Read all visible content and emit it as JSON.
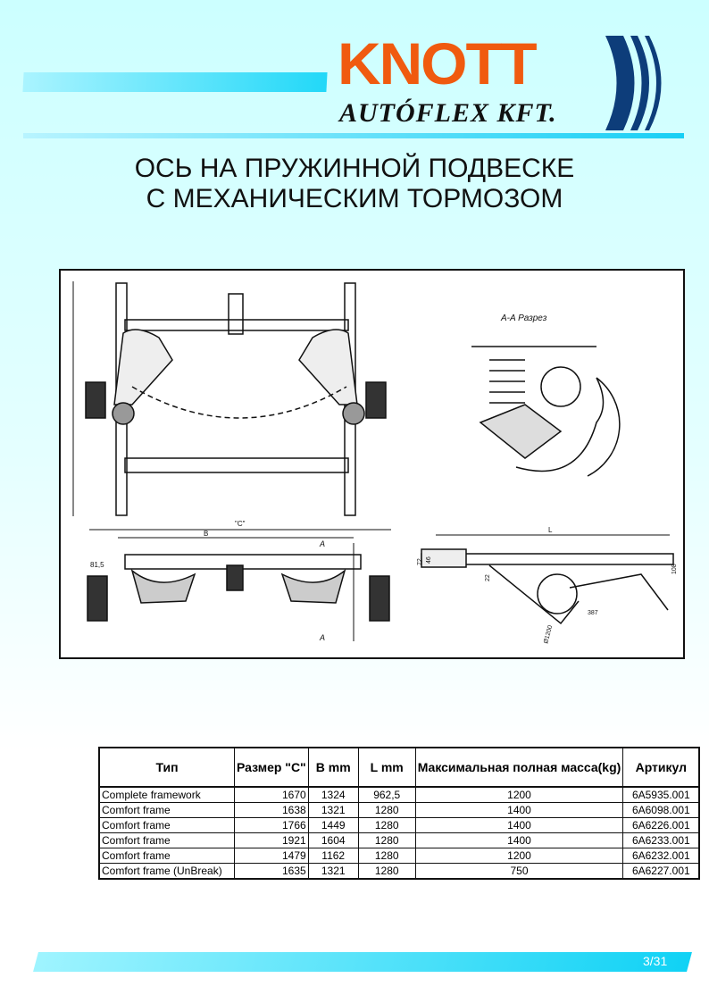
{
  "header": {
    "logo_main": "KNOTT",
    "logo_sub": "AUTÓFLEX KFT.",
    "brand_colors": {
      "orange": "#f05a0f",
      "navy": "#0d3d7a",
      "cyan": "#18cff5"
    }
  },
  "title": {
    "line1": "ОСЬ НА ПРУЖИННОЙ ПОДВЕСКЕ",
    "line2": "С МЕХАНИЧЕСКИМ ТОРМОЗОМ"
  },
  "drawing": {
    "section_label": "A-A Разрез",
    "dim_c": "\"C\"",
    "dim_b": "B",
    "dim_l": "L",
    "section_mark": "A",
    "dim_81_5": "81,5",
    "dim_72": "72",
    "dim_46": "46",
    "dim_22": "22",
    "dim_108": "108",
    "dim_387": "387",
    "dim_dia": "Ø1200"
  },
  "table": {
    "headers": [
      "Тип",
      "Размер \"C\"",
      "B mm",
      "L mm",
      "Максимальная полная масса(kg)",
      "Артикул"
    ],
    "rows": [
      [
        "Complete framework",
        "1670",
        "1324",
        "962,5",
        "1200",
        "6A5935.001"
      ],
      [
        "Comfort frame",
        "1638",
        "1321",
        "1280",
        "1400",
        "6A6098.001"
      ],
      [
        "Comfort frame",
        "1766",
        "1449",
        "1280",
        "1400",
        "6A6226.001"
      ],
      [
        "Comfort frame",
        "1921",
        "1604",
        "1280",
        "1400",
        "6A6233.001"
      ],
      [
        "Comfort frame",
        "1479",
        "1162",
        "1280",
        "1200",
        "6A6232.001"
      ],
      [
        "Comfort frame (UnBreak)",
        "1635",
        "1321",
        "1280",
        "750",
        "6A6227.001"
      ]
    ]
  },
  "footer": {
    "page": "3/31"
  }
}
